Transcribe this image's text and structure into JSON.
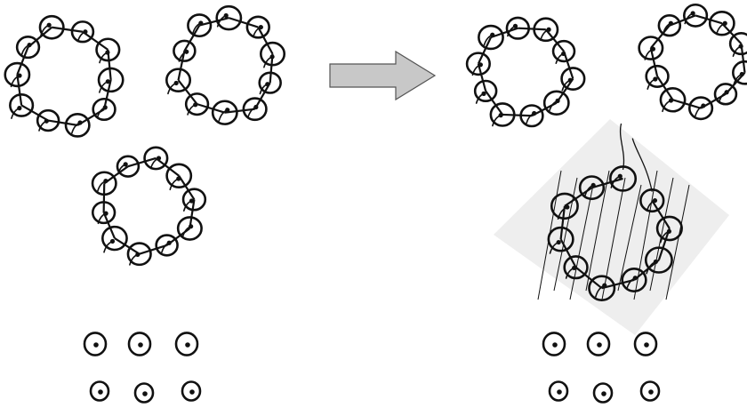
{
  "figure": {
    "left_panel": {
      "ring_groups": [
        {
          "id": "ring-top-left",
          "beads": 10,
          "style": "closed"
        },
        {
          "id": "ring-top-middle",
          "beads": 10,
          "style": "closed"
        },
        {
          "id": "ring-center-left",
          "beads": 10,
          "style": "closed"
        }
      ],
      "single_beads": 6
    },
    "arrow": {
      "direction": "right",
      "fill": "#c8c8c8",
      "stroke": "#555555"
    },
    "right_panel": {
      "ring_groups": [
        {
          "id": "ring-top-right-a",
          "beads": 10,
          "style": "closed"
        },
        {
          "id": "ring-top-right-b",
          "beads": 10,
          "style": "closed"
        },
        {
          "id": "ring-opened-hatched",
          "beads": 10,
          "style": "opened-with-strands",
          "shading": "#eeeeee"
        }
      ],
      "single_beads": 6
    }
  }
}
